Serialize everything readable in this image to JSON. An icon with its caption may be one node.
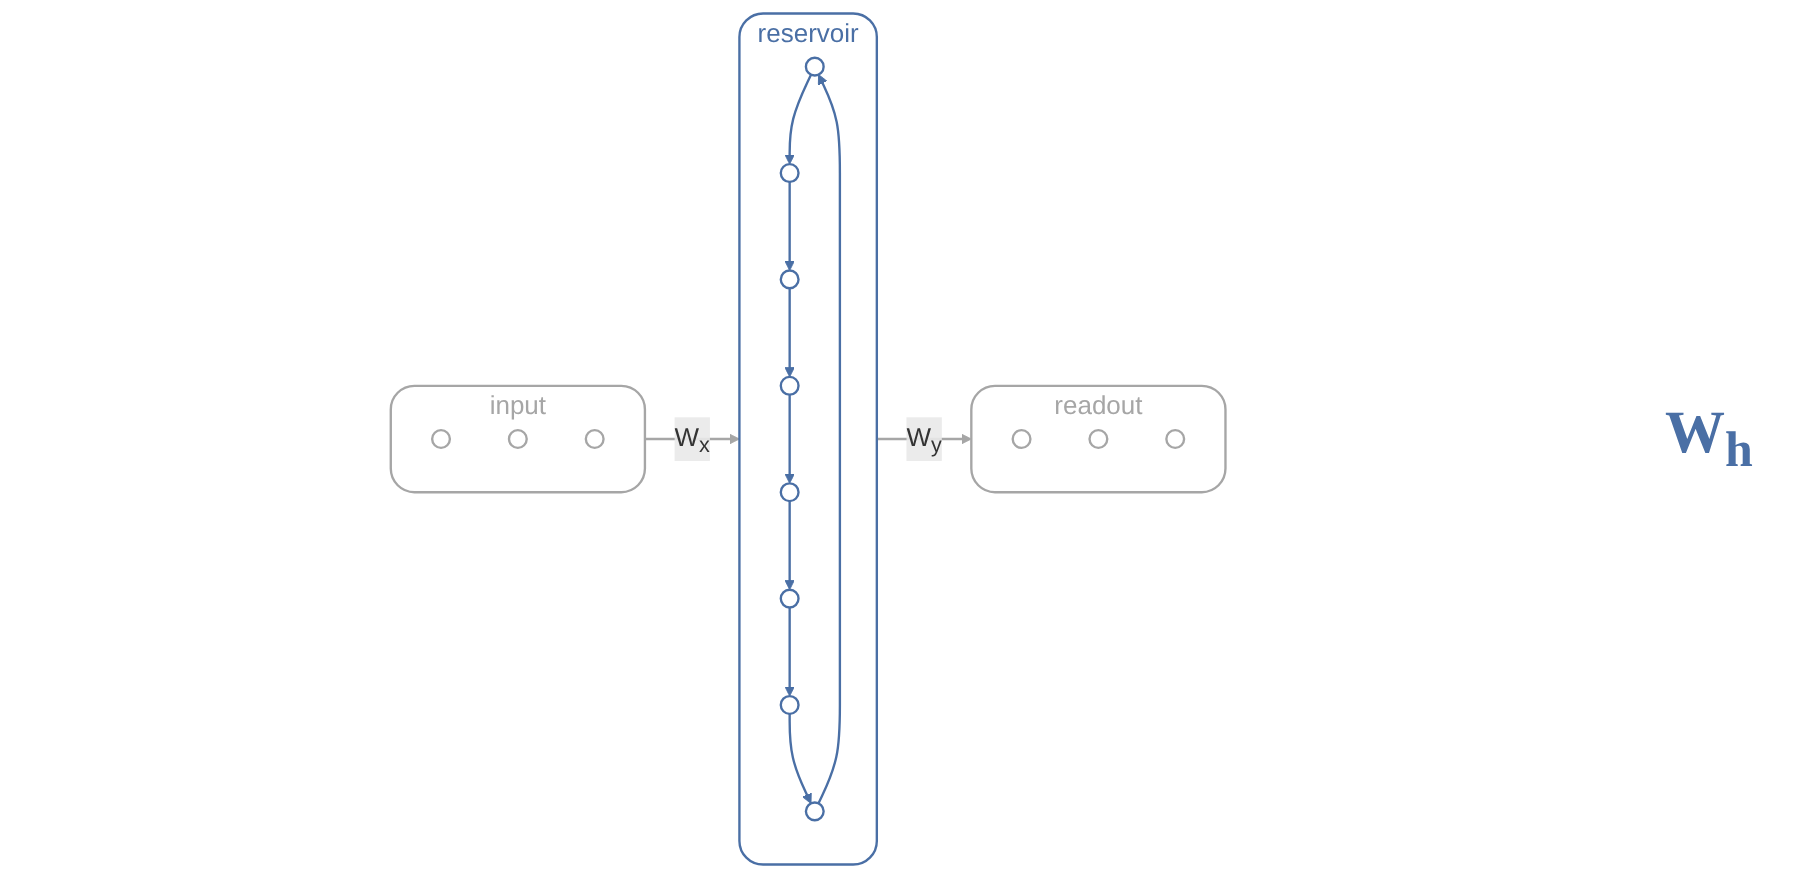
{
  "diagram": {
    "nodes": [
      {
        "text": [
          "input"
        ]
      },
      {
        "text": [],
        "shape": "circle",
        "in": 0
      },
      {
        "text": [],
        "shape": "circle",
        "in": 0
      },
      {
        "text": [],
        "shape": "circle",
        "in": 0
      },
      {
        "text": [
          "reservoir"
        ]
      },
      {
        "text": [],
        "shape": "circle",
        "in": 4
      },
      {
        "text": [],
        "shape": "circle",
        "in": 4
      },
      {
        "text": [],
        "shape": "circle",
        "in": 4
      },
      {
        "text": [],
        "shape": "circle",
        "in": 4
      },
      {
        "text": [],
        "shape": "circle",
        "in": 4
      },
      {
        "text": [],
        "shape": "circle",
        "in": 4
      },
      {
        "text": [],
        "shape": "circle",
        "in": 4
      },
      {
        "text": [],
        "shape": "circle",
        "in": 4
      },
      {
        "text": [
          "readout"
        ]
      },
      {
        "text": [],
        "shape": "circle",
        "in": 13
      },
      {
        "text": [],
        "shape": "circle",
        "in": 13
      },
      {
        "text": [],
        "shape": "circle",
        "in": 13
      }
    ],
    "edges": [
      {
        "from": 0,
        "to": 4,
        "arrow": "to",
        "label": "W$_{x}$",
        "color": "#a6a6a6"
      },
      {
        "from": 4,
        "to": 13,
        "arrow": "to",
        "label": "W$_{y}$",
        "color": "#a6a6a6"
      },
      {
        "from": 5,
        "to": 6,
        "arrow": "to"
      },
      {
        "from": 6,
        "to": 7,
        "arrow": "to"
      },
      {
        "from": 7,
        "to": 8,
        "arrow": "to"
      },
      {
        "from": 8,
        "to": 9,
        "arrow": "to"
      },
      {
        "from": 9,
        "to": 10,
        "arrow": "to"
      },
      {
        "from": 10,
        "to": 11,
        "arrow": "to"
      },
      {
        "from": 11,
        "to": 12,
        "arrow": "to"
      },
      {
        "from": 12,
        "to": 5,
        "arrow": "to"
      }
    ],
    "labels": [
      "W$_{h}$"
    ]
  }
}
